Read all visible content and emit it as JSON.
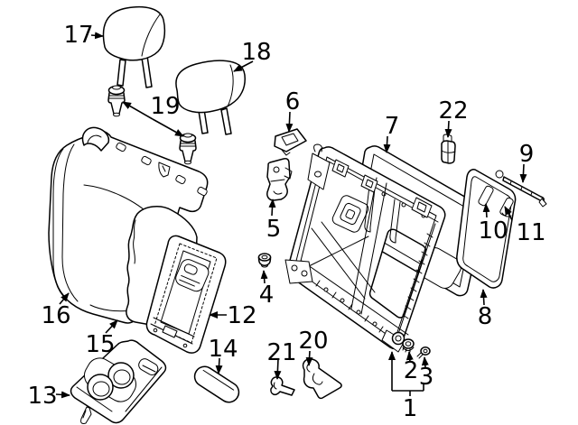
{
  "diagram": {
    "type": "exploded-parts-diagram",
    "subject": "vehicle rear seat back assembly",
    "background_color": "#ffffff",
    "line_color": "#000000",
    "callouts": [
      {
        "num": "1",
        "part": "seat-back-frame"
      },
      {
        "num": "2",
        "part": "nut"
      },
      {
        "num": "3",
        "part": "screw"
      },
      {
        "num": "4",
        "part": "bushing"
      },
      {
        "num": "5",
        "part": "latch-bracket"
      },
      {
        "num": "6",
        "part": "latch-cover"
      },
      {
        "num": "7",
        "part": "back-panel"
      },
      {
        "num": "8",
        "part": "back-board"
      },
      {
        "num": "9",
        "part": "trim-strip"
      },
      {
        "num": "10",
        "part": "board-slot"
      },
      {
        "num": "11",
        "part": "strap-guide"
      },
      {
        "num": "12",
        "part": "armrest"
      },
      {
        "num": "13",
        "part": "cup-holder-tray"
      },
      {
        "num": "14",
        "part": "armrest-trim"
      },
      {
        "num": "15",
        "part": "seat-back-pad"
      },
      {
        "num": "16",
        "part": "seat-back-cover"
      },
      {
        "num": "17",
        "part": "headrest-outer"
      },
      {
        "num": "18",
        "part": "headrest-center"
      },
      {
        "num": "19",
        "part": "headrest-guide-sleeves"
      },
      {
        "num": "20",
        "part": "bracket-clip"
      },
      {
        "num": "21",
        "part": "hook-clip"
      },
      {
        "num": "22",
        "part": "retainer-clip"
      }
    ]
  }
}
